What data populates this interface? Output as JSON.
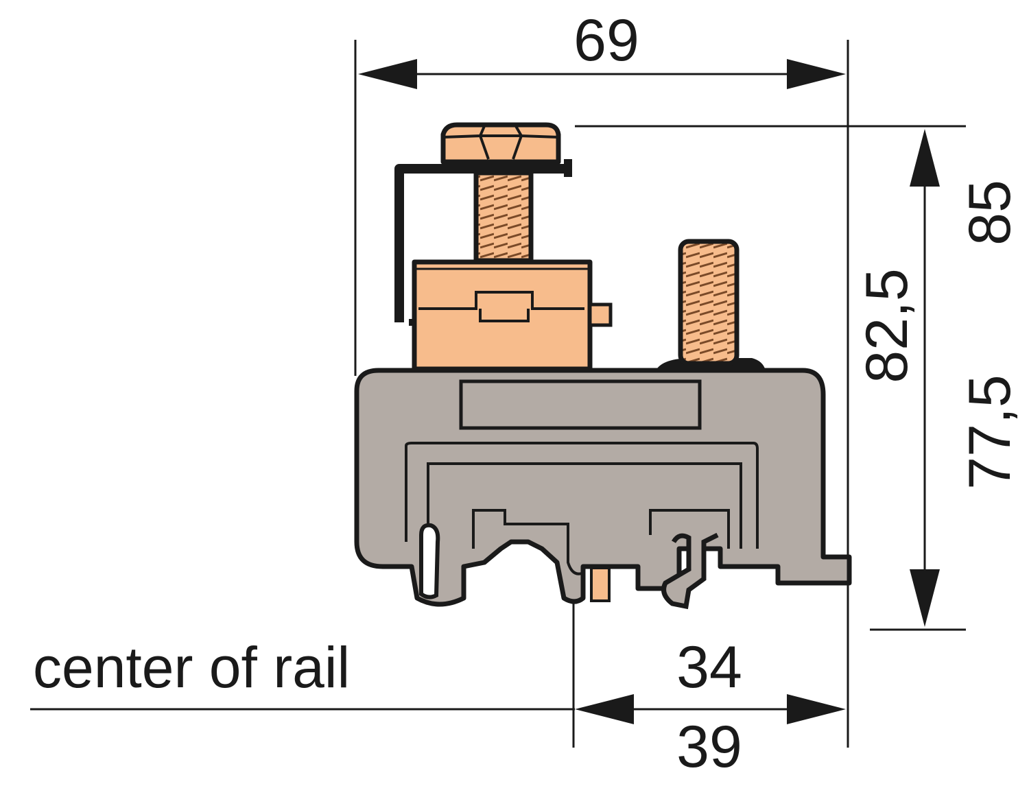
{
  "dimensions": {
    "overall_width": "69",
    "overall_height": "85",
    "height_mid": "82,5",
    "height_low": "77,5",
    "offset_short": "34",
    "offset_long": "39"
  },
  "labels": {
    "rail_center": "center of rail"
  },
  "colors": {
    "housing_grey": "#b3aba5",
    "terminal_orange": "#f7bc8c",
    "line": "#1a1a1a",
    "background": "#ffffff"
  }
}
